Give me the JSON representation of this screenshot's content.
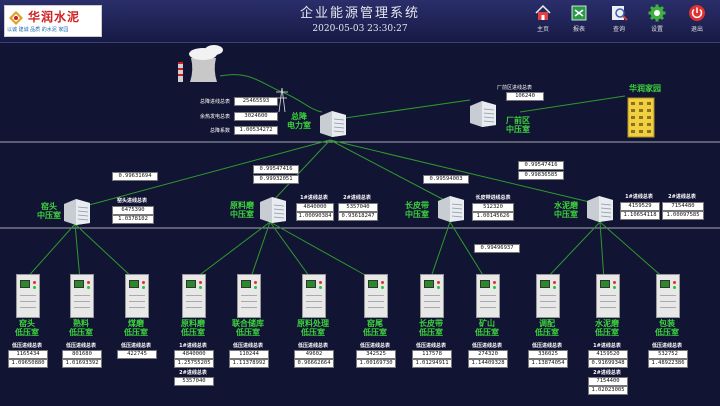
{
  "header": {
    "title": "企业能源管理系统",
    "datetime": "2020-05-03  23:30:27",
    "logo": {
      "name": "华润水泥",
      "slogan": "以诚 建诚 品质 的水泥 家园"
    }
  },
  "nav": [
    {
      "id": "home",
      "label": "主页",
      "icon": "home-icon",
      "color": "#e04040"
    },
    {
      "id": "report",
      "label": "报表",
      "icon": "report-icon",
      "color": "#2a9a4a"
    },
    {
      "id": "query",
      "label": "查询",
      "icon": "query-icon",
      "color": "#3060c0"
    },
    {
      "id": "settings",
      "label": "设置",
      "icon": "gear-icon",
      "color": "#40b040"
    },
    {
      "id": "exit",
      "label": "退出",
      "icon": "power-icon",
      "color": "#e03030"
    }
  ],
  "colors": {
    "background": "#121433",
    "line": "#2e9a2e",
    "station_label": "#3cd23c",
    "value_box": "#ffffff"
  },
  "main_substation": {
    "name": "总降\n电力室",
    "rows": [
      {
        "label": "总降进线总表",
        "value": "25465593"
      },
      {
        "label": "余热发电总表",
        "value": "3024600"
      },
      {
        "label": "总降系数",
        "value": "1.00534272"
      }
    ]
  },
  "plant_area": {
    "name": "厂前区\n中压室",
    "meter_label": "厂前区进线总表",
    "value": "106240"
  },
  "home": {
    "name": "华润家园"
  },
  "feeder_boxes": [
    {
      "id": "f1",
      "values": [
        "0.99631694"
      ]
    },
    {
      "id": "f2",
      "values": [
        "0.99547416",
        "0.99932051"
      ]
    },
    {
      "id": "f3",
      "values": [
        "0.99594003"
      ]
    },
    {
      "id": "f4",
      "values": [
        "0.99547416",
        "0.99836585"
      ]
    },
    {
      "id": "f5",
      "values": [
        "0.99496937"
      ]
    }
  ],
  "mid_rooms": [
    {
      "id": "yaotou",
      "name": "窑头\n中压室",
      "meter_label": "窑头进线总表",
      "values": [
        "6475390",
        "1.0378102"
      ]
    },
    {
      "id": "yuanliao",
      "name": "原料磨\n中压室",
      "meters": [
        {
          "label": "1#进线总表",
          "values": [
            "4840000",
            "1.00090384"
          ]
        },
        {
          "label": "2#进线总表",
          "values": [
            "5357040",
            "0.93618247"
          ]
        }
      ]
    },
    {
      "id": "changpidai",
      "name": "长皮带\n中压室",
      "meter_label": "长皮带进线总表",
      "values": [
        "512320",
        "1.00145626"
      ]
    },
    {
      "id": "shuinimo",
      "name": "水泥磨\n中压室",
      "meters": [
        {
          "label": "1#进线总表",
          "values": [
            "4159529",
            "1.10654118"
          ]
        },
        {
          "label": "2#进线总表",
          "values": [
            "7154480",
            "1.00097585"
          ]
        }
      ]
    }
  ],
  "low_rooms": [
    {
      "id": "l1",
      "name": "窑头\n低压室",
      "meter_label": "低压进线总表",
      "values": [
        "1165434",
        "1.09650880"
      ]
    },
    {
      "id": "l2",
      "name": "熟料\n低压室",
      "meter_label": "低压进线总表",
      "values": [
        "801680",
        "1.01693392"
      ]
    },
    {
      "id": "l3",
      "name": "煤磨\n低压室",
      "meter_label": "低压进线总表",
      "values": [
        "422745"
      ]
    },
    {
      "id": "l4",
      "name": "原料磨\n低压室",
      "meters": [
        {
          "label": "1#进线总表",
          "values": [
            "4840000",
            "1.25755205"
          ]
        },
        {
          "label": "2#进线总表",
          "values": [
            "5357040"
          ]
        }
      ]
    },
    {
      "id": "l5",
      "name": "联合储库\n低压室",
      "meter_label": "低压进线总表",
      "values": [
        "110244",
        "1.11378992"
      ]
    },
    {
      "id": "l6",
      "name": "原料处理\n低压室",
      "meter_label": "低压进线总表",
      "values": [
        "49602",
        "0.96662664"
      ]
    },
    {
      "id": "l7",
      "name": "窑尾\n低压室",
      "meter_label": "低压进线总表",
      "values": [
        "342525",
        "1.00169730"
      ]
    },
    {
      "id": "l8",
      "name": "长皮带\n低压室",
      "meter_label": "低压进线总表",
      "values": [
        "117578",
        "1.01294911"
      ]
    },
    {
      "id": "l9",
      "name": "矿山\n低压室",
      "meter_label": "低压进线总表",
      "values": [
        "274320",
        "1.14409328"
      ]
    },
    {
      "id": "l10",
      "name": "调配\n低压室",
      "meter_label": "低压进线总表",
      "values": [
        "336025",
        "1.13874054"
      ]
    },
    {
      "id": "l11",
      "name": "水泥磨\n低压室",
      "meters": [
        {
          "label": "1#进线总表",
          "values": [
            "4159520",
            "0.91699348"
          ]
        },
        {
          "label": "2#进线总表",
          "values": [
            "7154400",
            "1.02023005"
          ]
        }
      ]
    },
    {
      "id": "l12",
      "name": "包装\n低压室",
      "meter_label": "低压进线总表",
      "values": [
        "532752",
        "1.48922386"
      ]
    }
  ]
}
